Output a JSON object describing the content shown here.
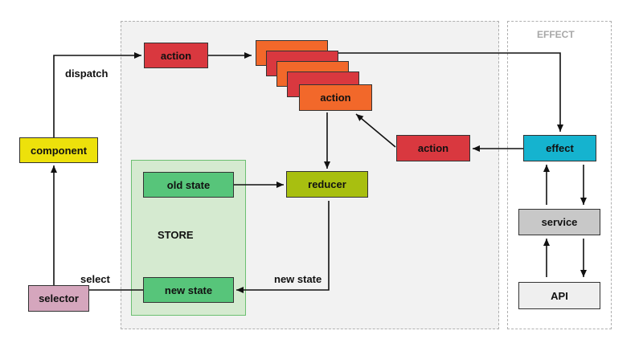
{
  "effect_panel": {
    "title": "EFFECT"
  },
  "store": {
    "label": "STORE"
  },
  "nodes": {
    "component": "component",
    "selector": "selector",
    "action_top": "action",
    "action_stack": "action",
    "action_middle": "action",
    "reducer": "reducer",
    "old_state": "old state",
    "new_state": "new state",
    "effect": "effect",
    "service": "service",
    "api": "API"
  },
  "edge_labels": {
    "dispatch": "dispatch",
    "select": "select",
    "new_state": "new state"
  },
  "colors": {
    "component": "#ede10b",
    "selector": "#d5a6bd",
    "action_red": "#d9383f",
    "action_orange": "#f2682a",
    "reducer": "#a8bf10",
    "state": "#57c57a",
    "store_bg": "#d5ead0",
    "store_border": "#6cbf71",
    "effect": "#15b3cf",
    "service": "#c8c8c8",
    "api": "#efefef",
    "store_region_bg": "#f2f2f2"
  }
}
